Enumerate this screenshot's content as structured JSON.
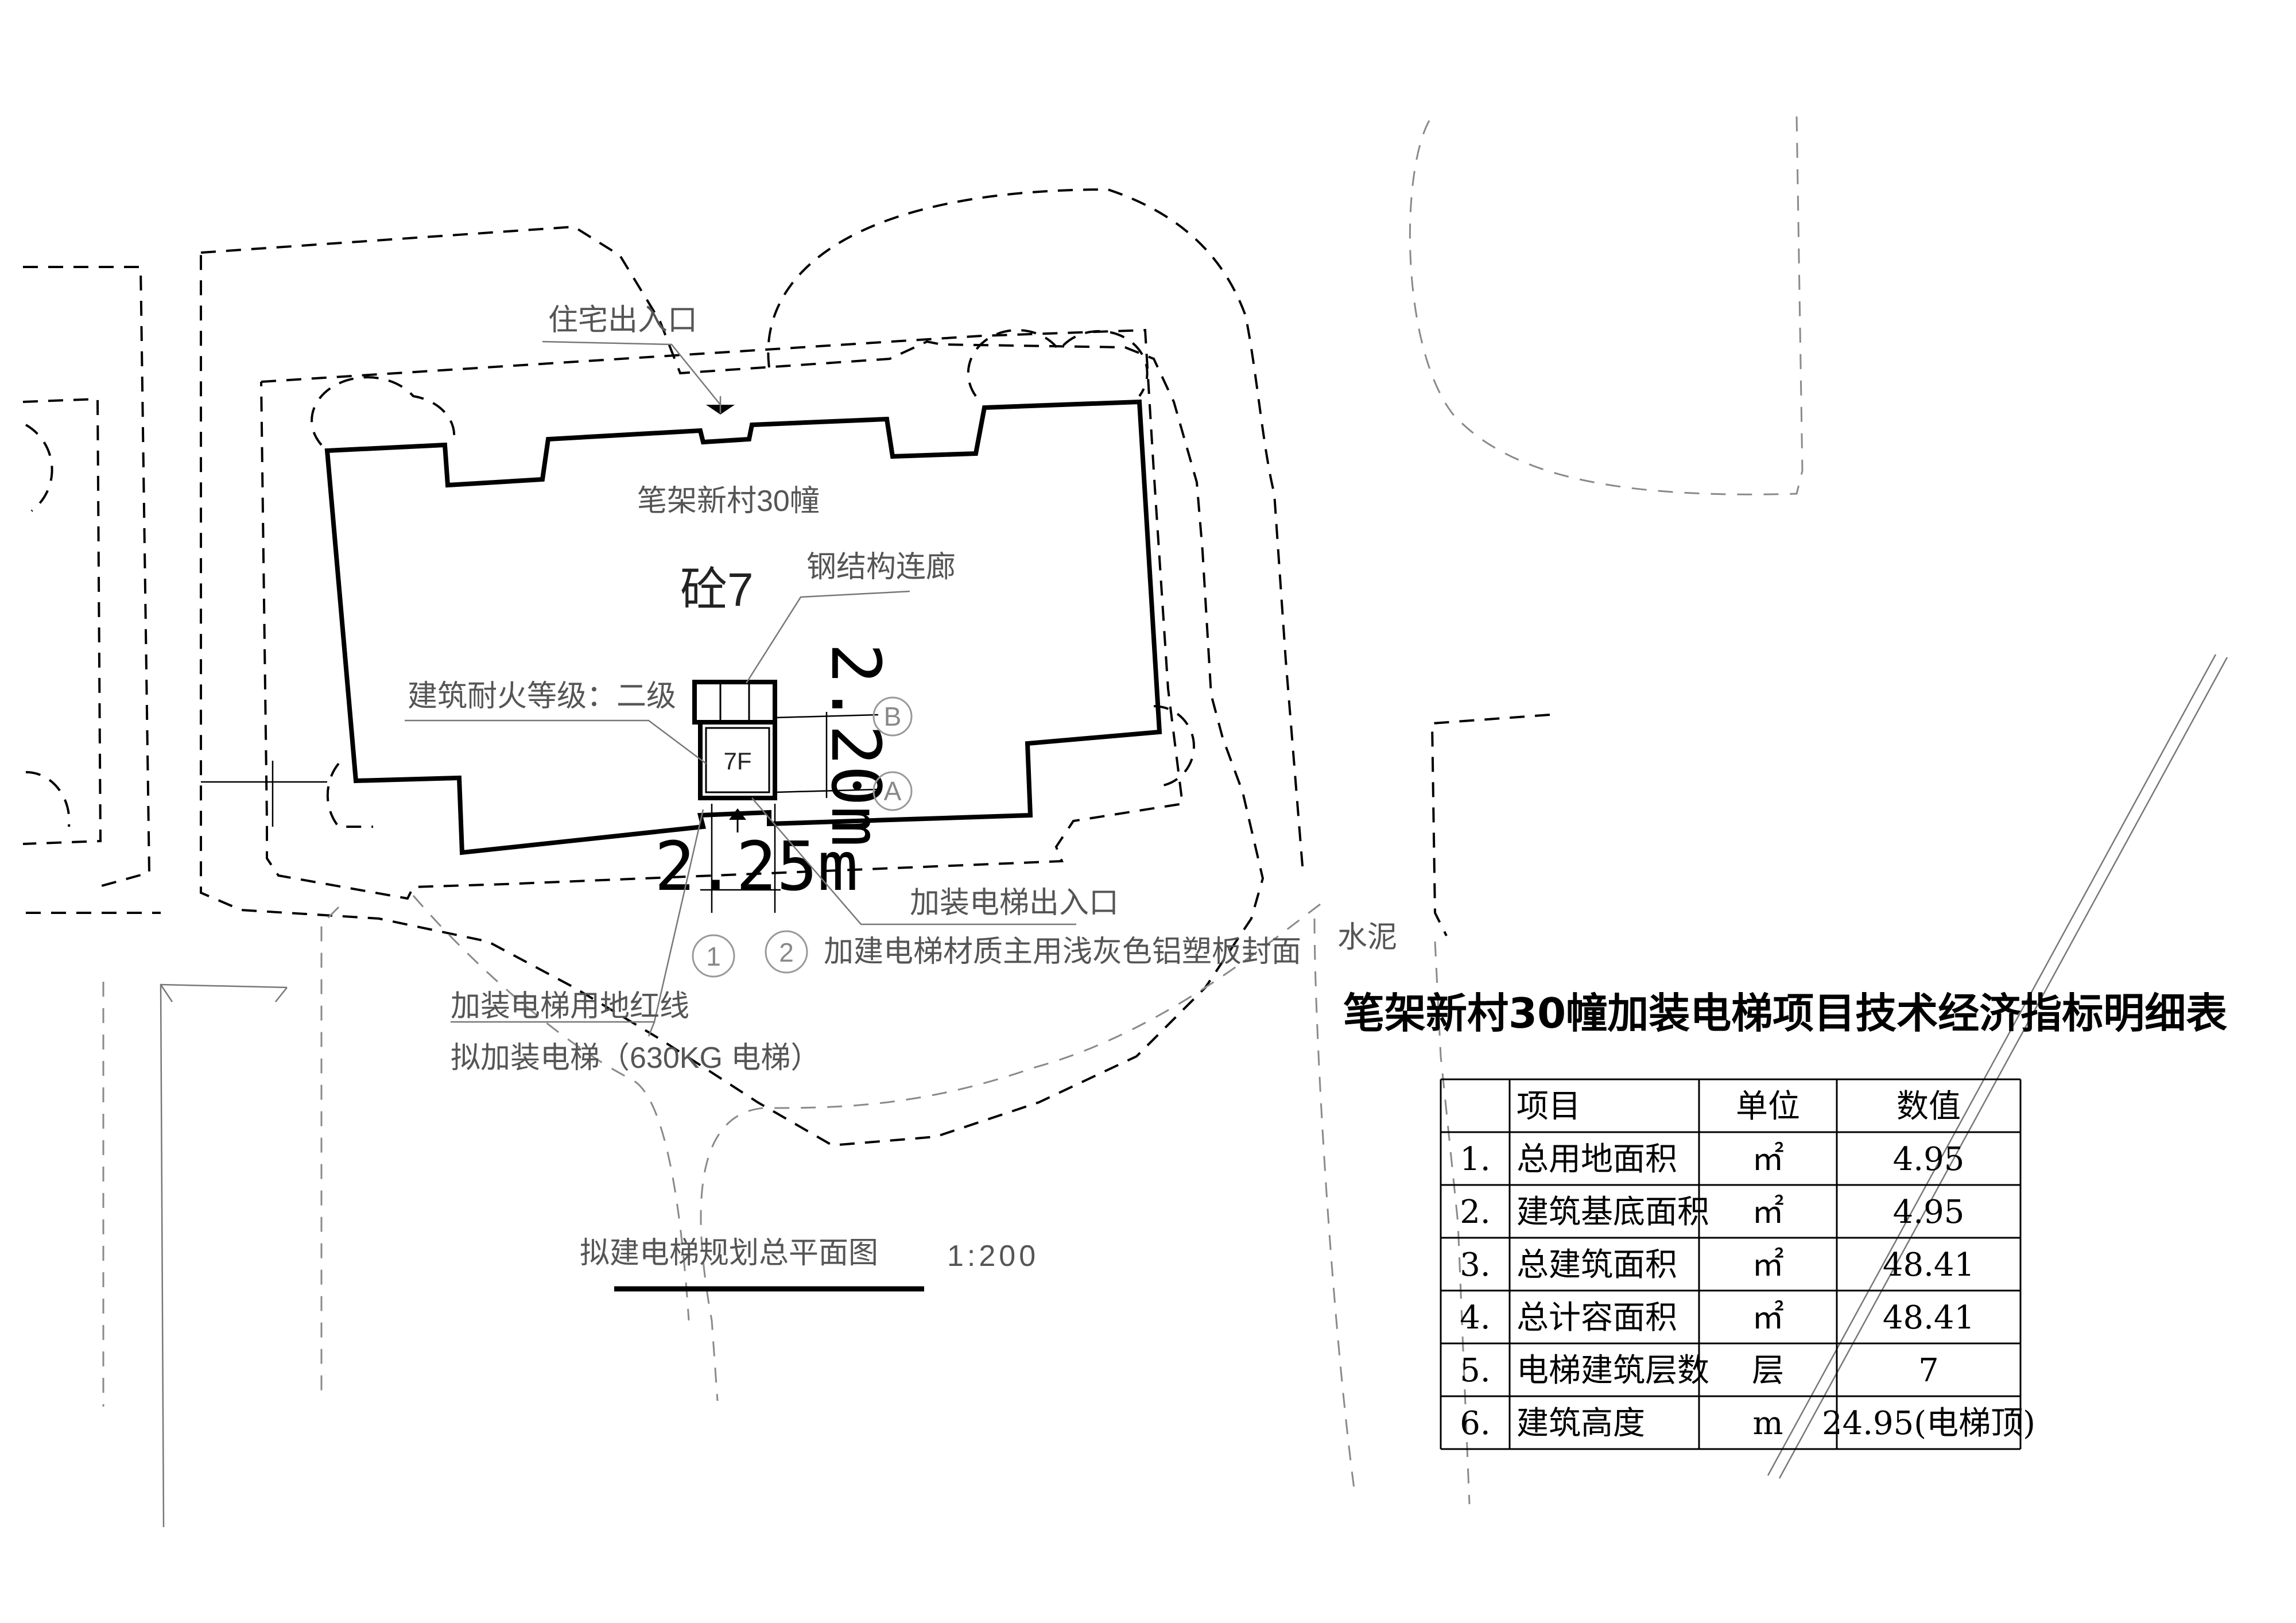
{
  "drawing": {
    "building_name": "笔架新村30幢",
    "structure_label": "砼7",
    "entrance_label": "住宅出入口",
    "corridor_label": "钢结构连廊",
    "fire_rating_label": "建筑耐火等级：二级",
    "elevator_floor_label": "7F",
    "dim_depth": "2.20m",
    "dim_width": "2.25m",
    "axis_a": "A",
    "axis_b": "B",
    "axis_1": "1",
    "axis_2": "2",
    "elevator_entrance_label": "加装电梯出入口",
    "material_note": "加建电梯材质主用浅灰色铝塑板封面",
    "red_line_label": "加装电梯用地红线",
    "proposed_elevator_label": "拟加装电梯（630KG 电梯）",
    "ground_label": "水泥",
    "plan_title": "拟建电梯规划总平面图",
    "plan_scale": "1:200"
  },
  "table": {
    "title": "笔架新村30幢加装电梯项目技术经济指标明细表",
    "headers": [
      "",
      "项目",
      "单位",
      "数值"
    ],
    "rows": [
      [
        "1.",
        "总用地面积",
        "㎡",
        "4.95"
      ],
      [
        "2.",
        "建筑基底面积",
        "㎡",
        "4.95"
      ],
      [
        "3.",
        "总建筑面积",
        "㎡",
        "48.41"
      ],
      [
        "4.",
        "总计容面积",
        "㎡",
        "48.41"
      ],
      [
        "5.",
        "电梯建筑层数",
        "层",
        "7"
      ],
      [
        "6.",
        "建筑高度",
        "m",
        "24.95(电梯顶)"
      ]
    ]
  }
}
